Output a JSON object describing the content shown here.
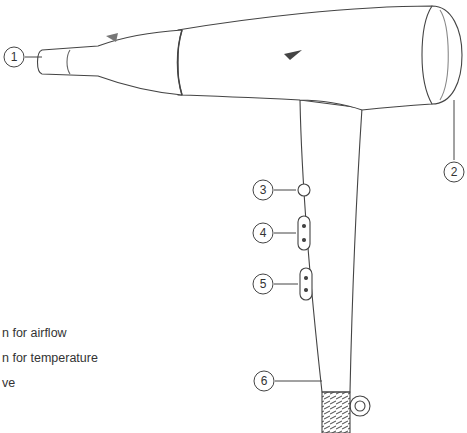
{
  "diagram": {
    "nodes": [
      {
        "text": [
          "1"
        ]
      },
      {
        "text": [
          "2"
        ]
      },
      {
        "text": [
          "3"
        ]
      },
      {
        "text": [
          "4"
        ]
      },
      {
        "text": [
          "5"
        ]
      },
      {
        "text": [
          "6"
        ]
      }
    ],
    "labels": [
      "n for airflow",
      "n for temperature",
      "ve"
    ]
  }
}
